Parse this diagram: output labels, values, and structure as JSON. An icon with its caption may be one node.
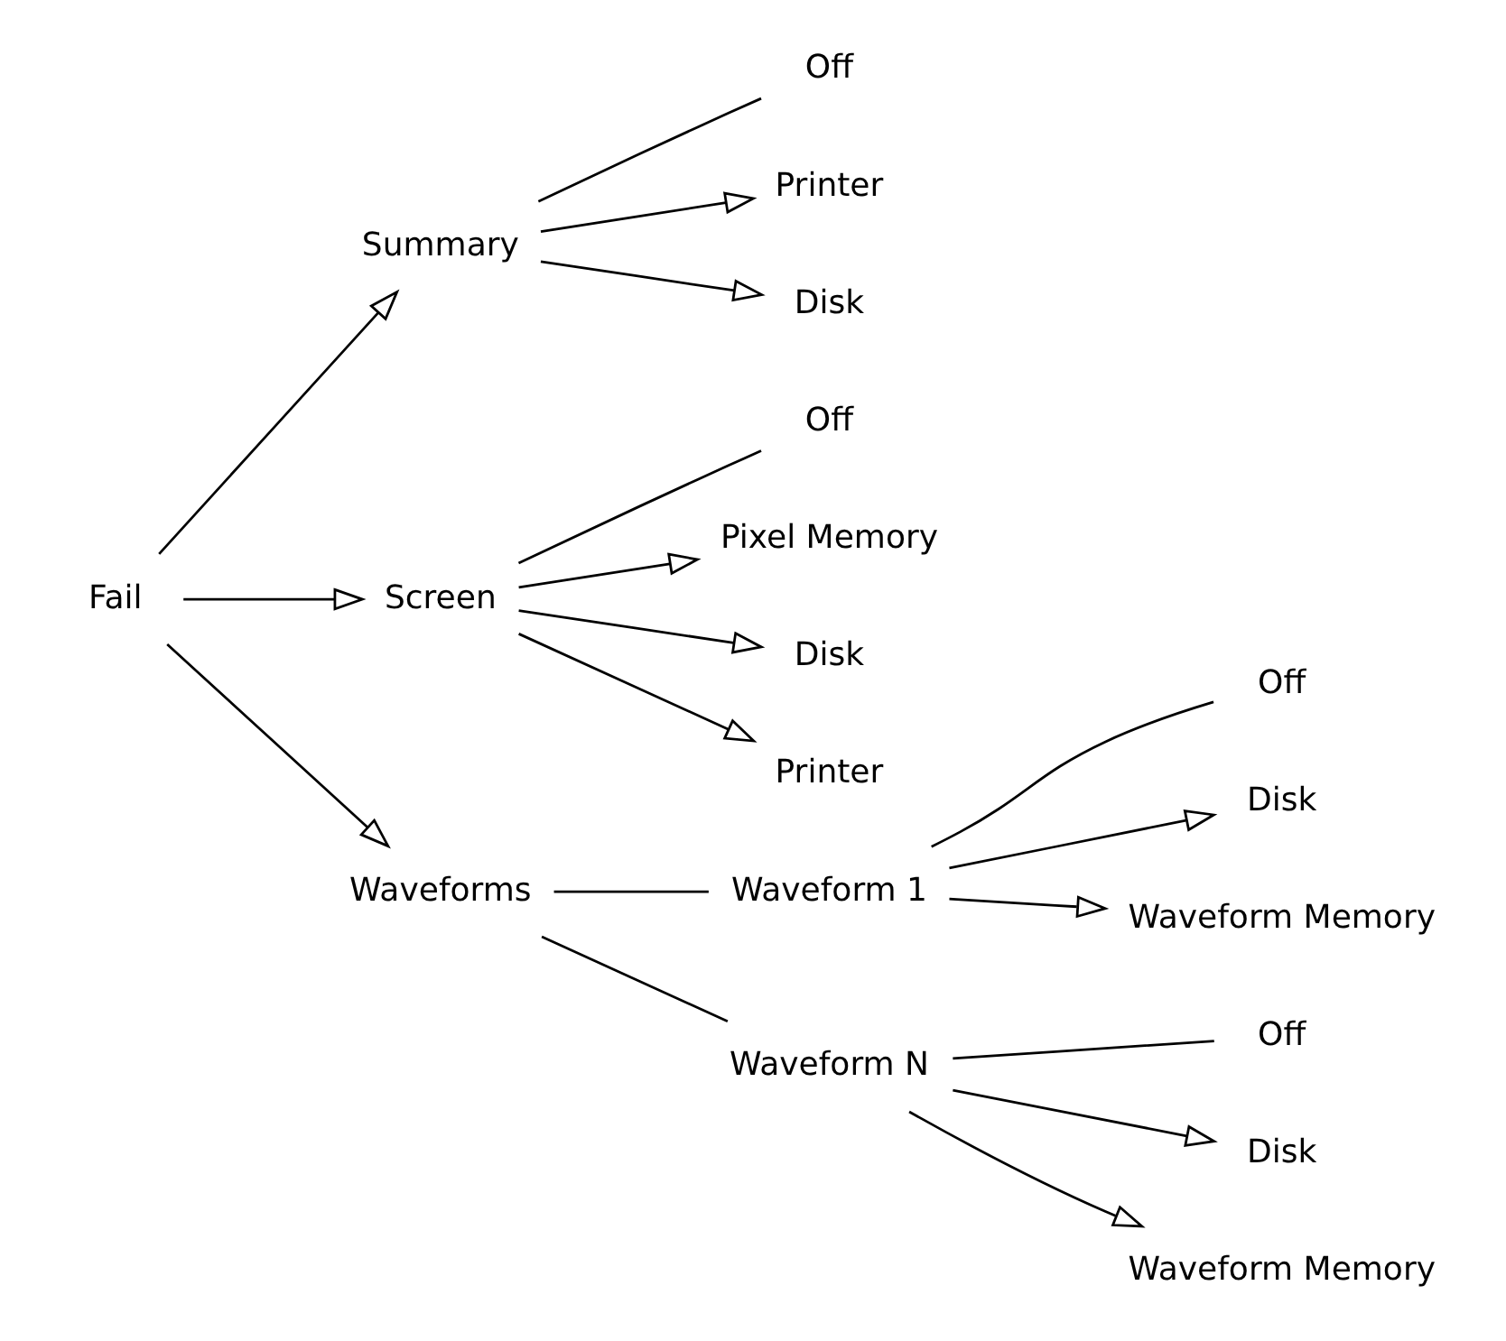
{
  "diagram": {
    "nodes": [
      {
        "text": [
          "Fail"
        ]
      },
      {
        "text": [
          "Summary"
        ]
      },
      {
        "text": [
          "Screen"
        ]
      },
      {
        "text": [
          "Waveforms"
        ]
      },
      {
        "text": [
          "Waveform 1"
        ]
      },
      {
        "text": [
          "Waveform N"
        ]
      },
      {
        "text": [
          "Off"
        ]
      },
      {
        "text": [
          "Printer"
        ]
      },
      {
        "text": [
          "Disk"
        ]
      },
      {
        "text": [
          "Off"
        ]
      },
      {
        "text": [
          "Pixel Memory"
        ]
      },
      {
        "text": [
          "Disk"
        ]
      },
      {
        "text": [
          "Printer"
        ]
      },
      {
        "text": [
          "Off"
        ]
      },
      {
        "text": [
          "Disk"
        ]
      },
      {
        "text": [
          "Waveform Memory"
        ]
      },
      {
        "text": [
          "Off"
        ]
      },
      {
        "text": [
          "Disk"
        ]
      },
      {
        "text": [
          "Waveform Memory"
        ]
      }
    ],
    "edges": [
      {
        "from": 0,
        "to": 1,
        "arrow": "to"
      },
      {
        "from": 0,
        "to": 2,
        "arrow": "to"
      },
      {
        "from": 0,
        "to": 3,
        "arrow": "to"
      },
      {
        "from": 1,
        "to": 6,
        "arrow": "none"
      },
      {
        "from": 1,
        "to": 7,
        "arrow": "to"
      },
      {
        "from": 1,
        "to": 8,
        "arrow": "to"
      },
      {
        "from": 2,
        "to": 9,
        "arrow": "none"
      },
      {
        "from": 2,
        "to": 10,
        "arrow": "to"
      },
      {
        "from": 2,
        "to": 11,
        "arrow": "to"
      },
      {
        "from": 2,
        "to": 12,
        "arrow": "to"
      },
      {
        "from": 3,
        "to": 4,
        "arrow": "none"
      },
      {
        "from": 3,
        "to": 5,
        "arrow": "none"
      },
      {
        "from": 4,
        "to": 13,
        "arrow": "none"
      },
      {
        "from": 4,
        "to": 14,
        "arrow": "to"
      },
      {
        "from": 4,
        "to": 15,
        "arrow": "to"
      },
      {
        "from": 5,
        "to": 16,
        "arrow": "none"
      },
      {
        "from": 5,
        "to": 17,
        "arrow": "to"
      },
      {
        "from": 5,
        "to": 18,
        "arrow": "to"
      }
    ]
  }
}
